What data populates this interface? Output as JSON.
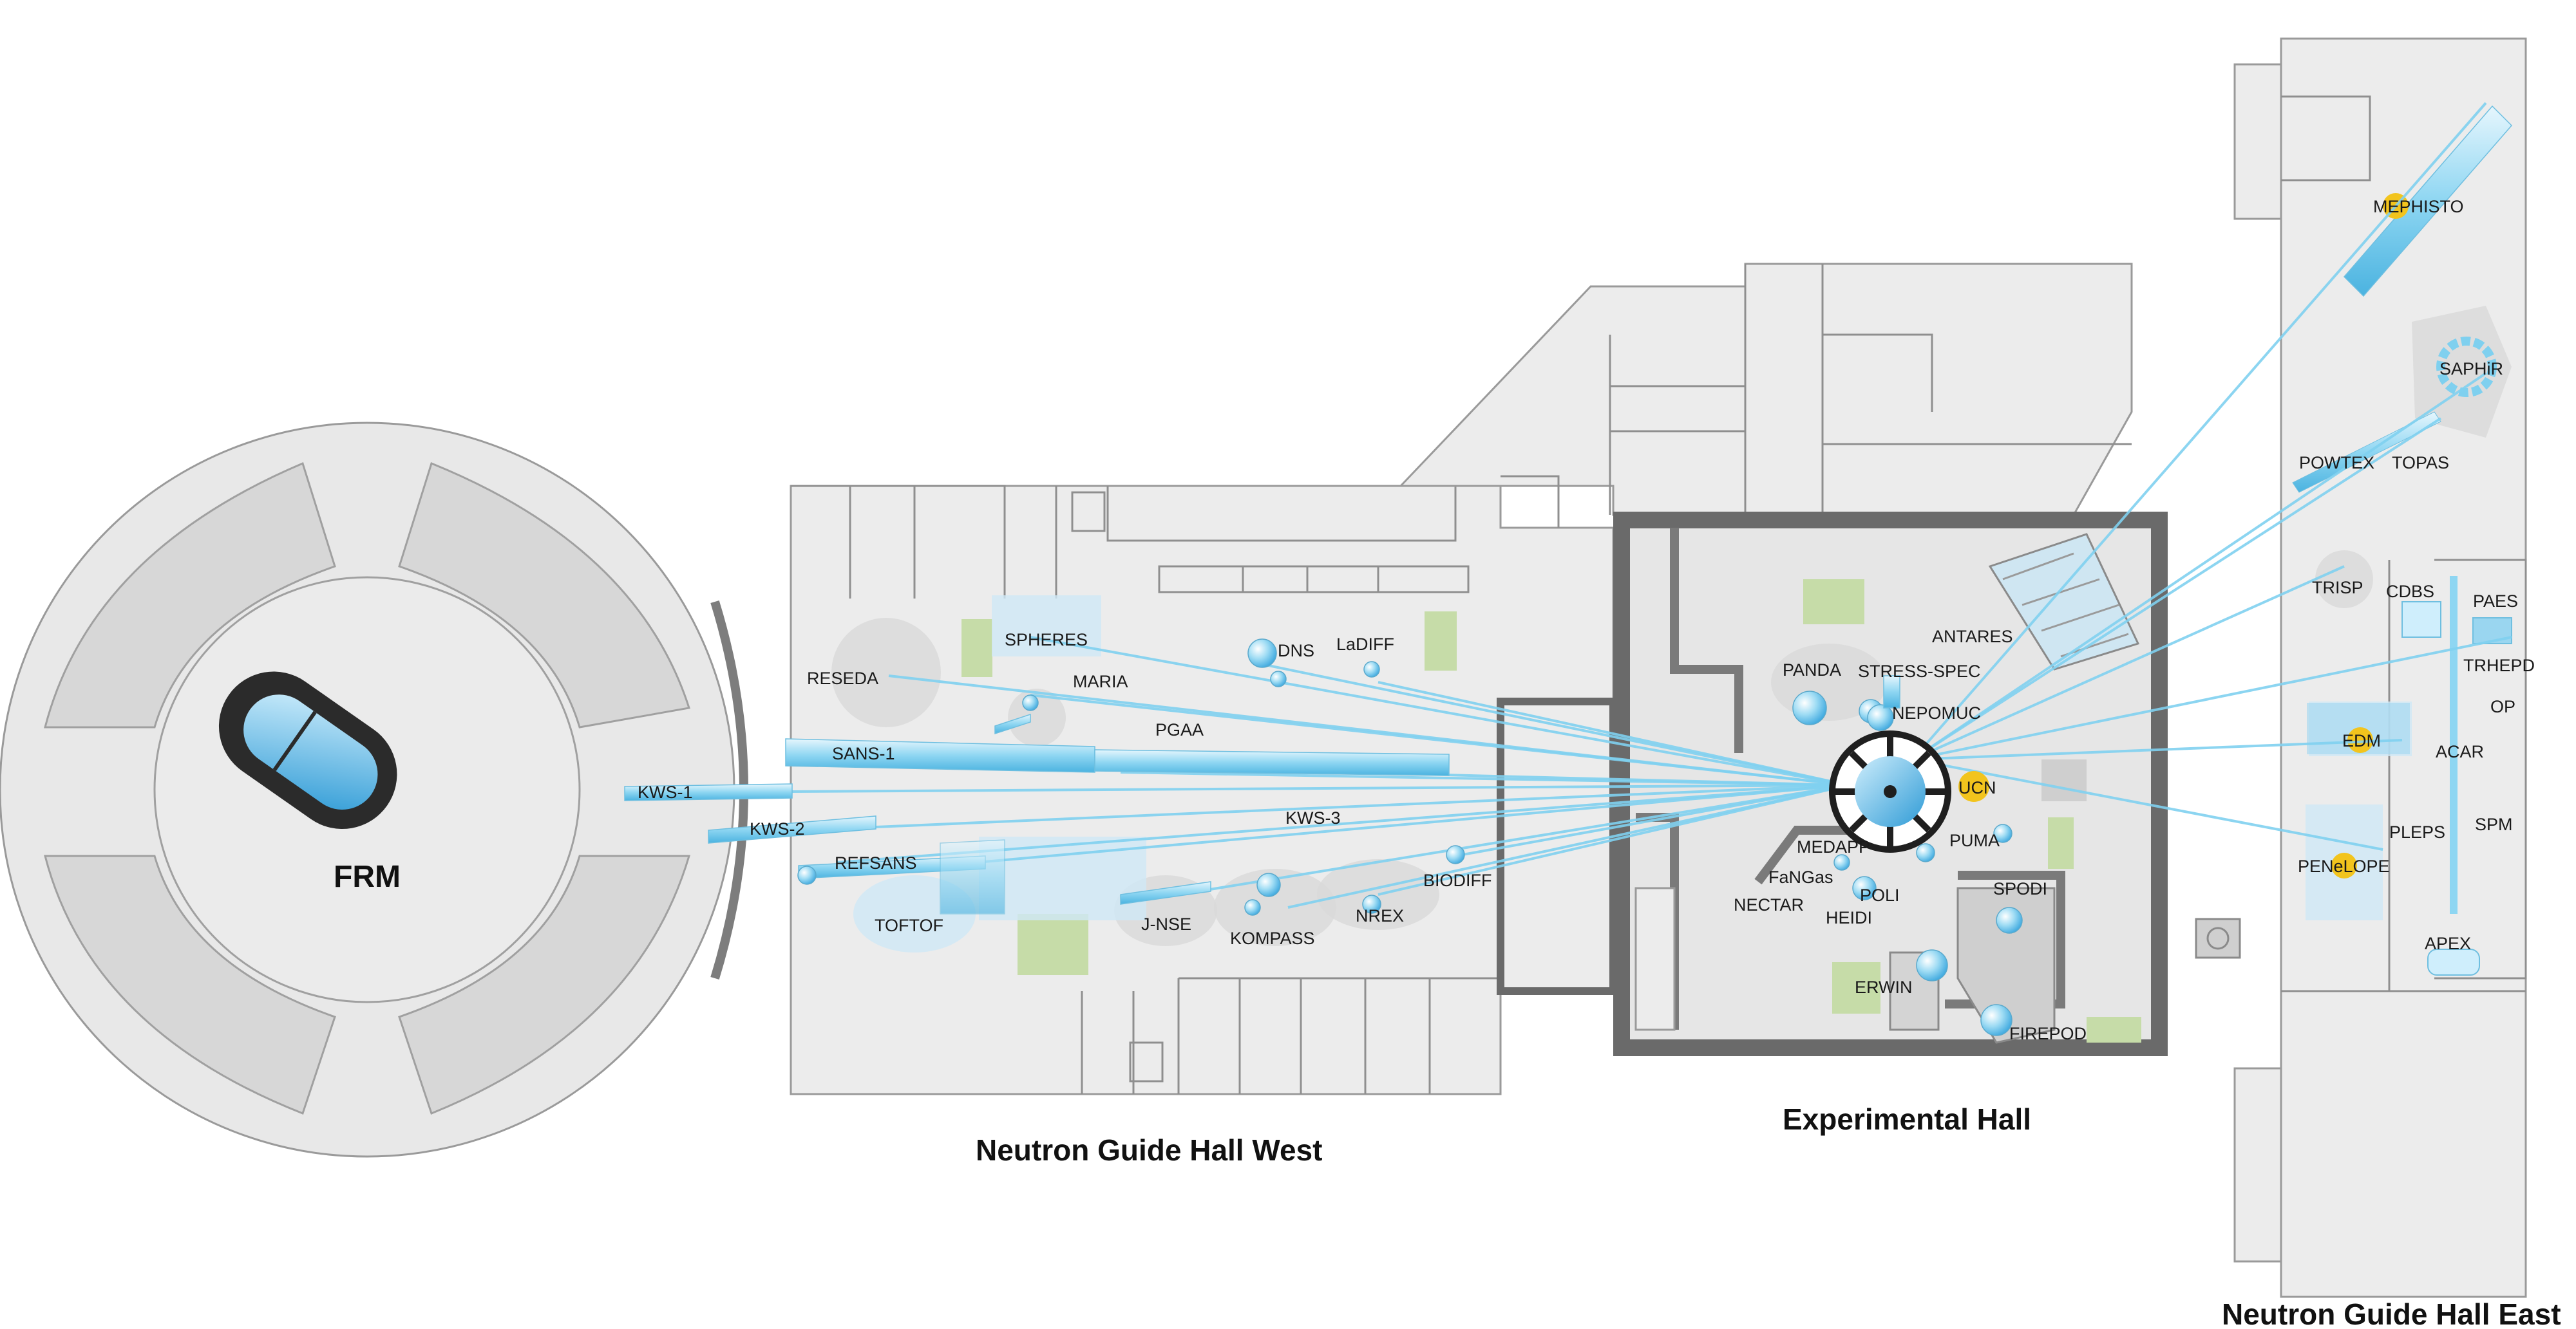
{
  "map": {
    "reactor_label": "FRM",
    "halls": {
      "west": "Neutron Guide Hall West",
      "experimental": "Experimental Hall",
      "east": "Neutron Guide Hall East"
    },
    "instruments_west": [
      "RESEDA",
      "SPHERES",
      "MARIA",
      "DNS",
      "LaDIFF",
      "PGAA",
      "SANS-1",
      "KWS-1",
      "KWS-2",
      "KWS-3",
      "REFSANS",
      "TOFTOF",
      "J-NSE",
      "KOMPASS",
      "NREX",
      "BIODIFF"
    ],
    "instruments_experimental": [
      "PANDA",
      "STRESS-SPEC",
      "ANTARES",
      "NEPOMUC",
      "UCN",
      "PUMA",
      "MEDAPP",
      "FaNGas",
      "NECTAR",
      "HEIDI",
      "POLI",
      "SPODI",
      "ERWIN",
      "FIREPOD"
    ],
    "instruments_east": [
      "MEPHISTO",
      "SAPHiR",
      "POWTEX",
      "TOPAS",
      "TRISP",
      "CDBS",
      "PAES",
      "TRHEPD",
      "OP",
      "EDM",
      "ACAR",
      "PENeLOPE",
      "PLEPS",
      "SPM",
      "APEX"
    ],
    "colors": {
      "building": "#ececec",
      "walls": "#9a9a9a",
      "beam": "#7fd0ef",
      "ucn_marker": "#f2c41d",
      "green_area": "#c6dca8",
      "core": "#3fa9df"
    }
  }
}
